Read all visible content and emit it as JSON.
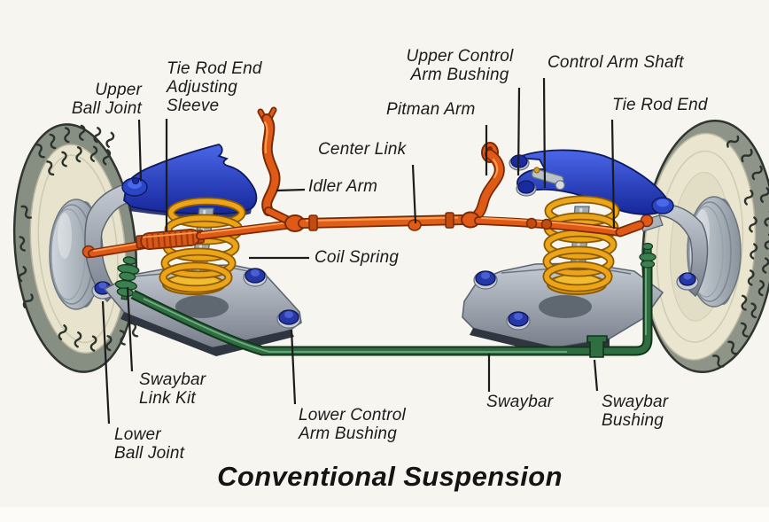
{
  "title": "Conventional Suspension",
  "labels": {
    "upper_ball_joint": {
      "lines": [
        "Upper",
        "Ball Joint"
      ]
    },
    "tie_rod_end_adjusting_sleeve": {
      "lines": [
        "Tie Rod End",
        "Adjusting",
        "Sleeve"
      ]
    },
    "upper_control_arm_bushing": {
      "lines": [
        "Upper Control",
        "Arm Bushing"
      ]
    },
    "control_arm_shaft": {
      "lines": [
        "Control Arm Shaft"
      ]
    },
    "pitman_arm": {
      "lines": [
        "Pitman Arm"
      ]
    },
    "tie_rod_end": {
      "lines": [
        "Tie Rod End"
      ]
    },
    "center_link": {
      "lines": [
        "Center Link"
      ]
    },
    "idler_arm": {
      "lines": [
        "Idler Arm"
      ]
    },
    "coil_spring": {
      "lines": [
        "Coil Spring"
      ]
    },
    "swaybar_link_kit": {
      "lines": [
        "Swaybar",
        "Link Kit"
      ]
    },
    "lower_ball_joint": {
      "lines": [
        "Lower",
        "Ball Joint"
      ]
    },
    "lower_control_arm_bushing": {
      "lines": [
        "Lower Control",
        "Arm Bushing"
      ]
    },
    "swaybar": {
      "lines": [
        "Swaybar"
      ]
    },
    "swaybar_bushing": {
      "lines": [
        "Swaybar",
        "Bushing"
      ]
    }
  },
  "colors": {
    "control_arm_blue": "#2243b8",
    "linkage_orange": "#e05a14",
    "coil_spring_gold": "#e8a018",
    "swaybar_green": "#2e6e40",
    "steel_gray": "#9aa2ac",
    "bushing_blue": "#2438a8",
    "tire_cream": "#e7e3cc",
    "label_text": "#1b1b1b",
    "background": "#f7f5ef"
  }
}
